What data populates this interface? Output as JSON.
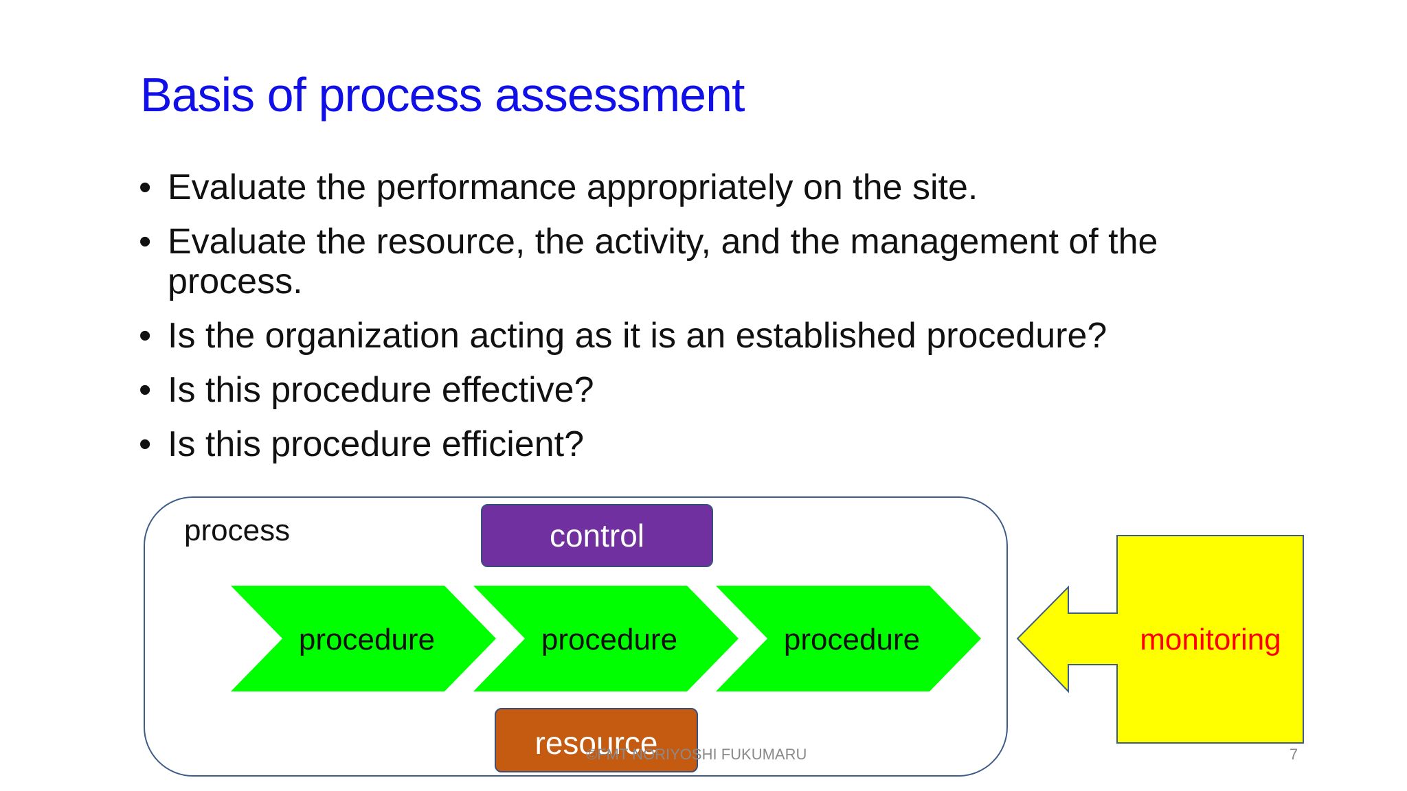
{
  "slide": {
    "title": "Basis of process assessment",
    "bullet_marker": "•",
    "bullets": [
      "Evaluate the performance appropriately on the site.",
      "Evaluate the resource, the activity, and the management of the process.",
      "Is the organization acting as it is an established procedure?",
      "Is this procedure effective?",
      "Is this procedure efficient?"
    ],
    "footer": "©FMT   NORIYOSHI   FUKUMARU",
    "page_number": "7"
  },
  "diagram": {
    "process_label": "process",
    "control_label": "control",
    "resource_label": "resource",
    "procedures": [
      "procedure",
      "procedure",
      "procedure"
    ],
    "monitoring_label": "monitoring",
    "colors": {
      "title": "#1010e6",
      "control": "#7030a0",
      "resource": "#c55a11",
      "procedure": "#00ff00",
      "monitoring_fill": "#ffff00",
      "monitoring_text": "#ff0000",
      "outline": "#3e5d86"
    }
  }
}
